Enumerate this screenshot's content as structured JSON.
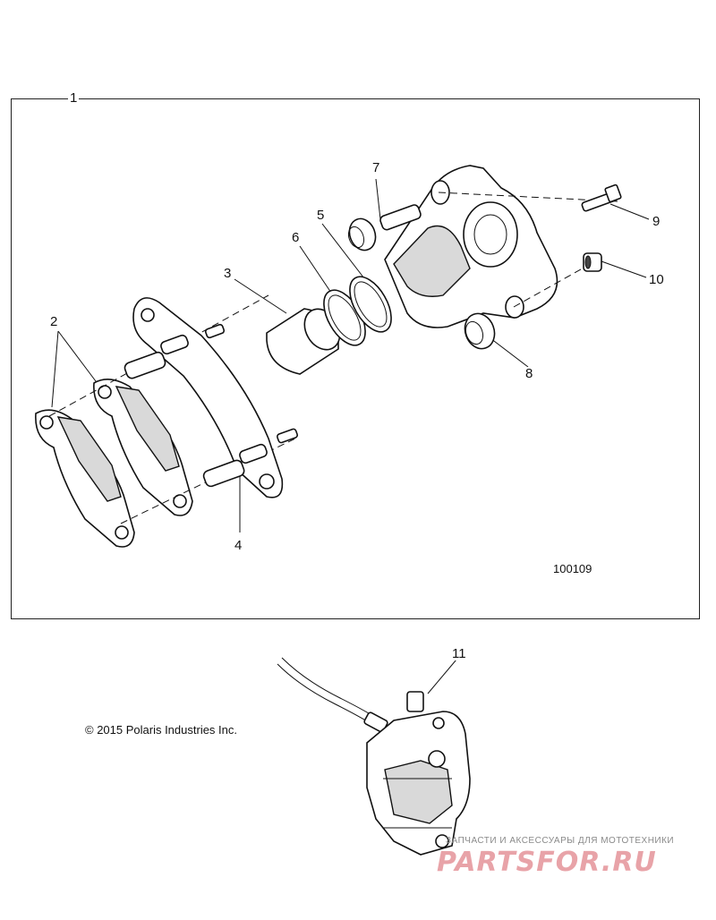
{
  "callouts": {
    "c1": "1",
    "c2": "2",
    "c3": "3",
    "c4": "4",
    "c5": "5",
    "c6": "6",
    "c7": "7",
    "c8": "8",
    "c9": "9",
    "c10": "10",
    "c11": "11"
  },
  "drawing_number": "100109",
  "copyright": "© 2015 Polaris Industries Inc.",
  "watermark": {
    "tagline": "ЗАПЧАСТИ И АКСЕССУАРЫ ДЛЯ МОТОТЕХНИКИ",
    "logo": "PARTSFOR.RU"
  }
}
